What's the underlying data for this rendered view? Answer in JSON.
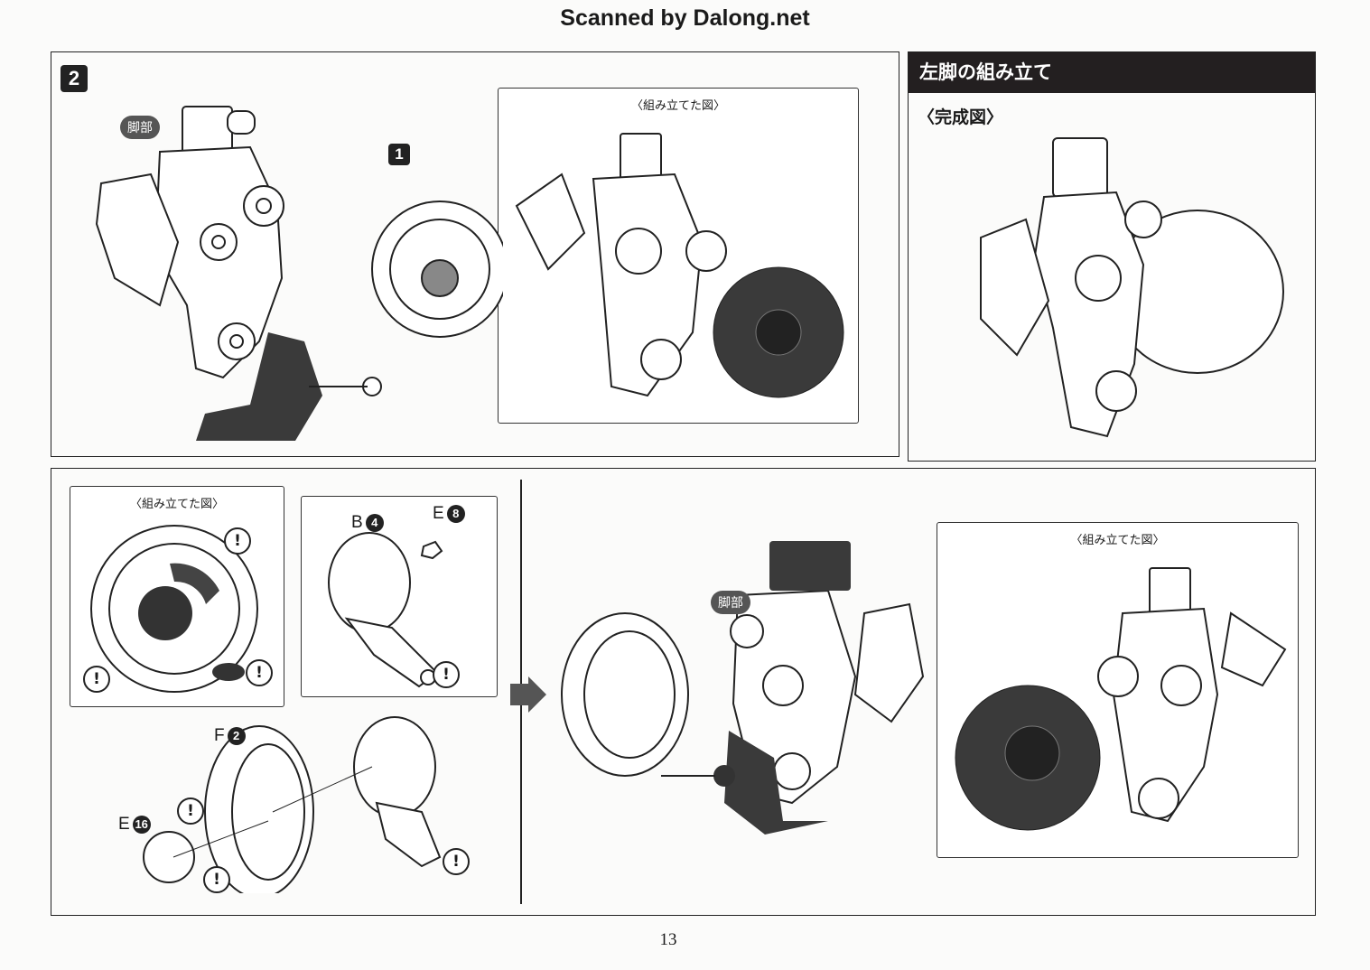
{
  "scan_title": "Scanned by Dalong.net",
  "step_number": "2",
  "top_left": {
    "leg_badge": "脚部",
    "part_step": "1"
  },
  "top_assembled_caption": "〈組み立てた図〉",
  "right_panel": {
    "header": "左脚の組み立て",
    "subtitle": "〈完成図〉"
  },
  "bottom": {
    "assembled_caption_left": "〈組み立てた図〉",
    "assembled_caption_right": "〈組み立てた図〉",
    "leg_badge": "脚部",
    "parts": [
      {
        "letter": "B",
        "number": "4"
      },
      {
        "letter": "E",
        "number": "8"
      },
      {
        "letter": "F",
        "number": "2"
      },
      {
        "letter": "E",
        "number": "16"
      }
    ],
    "caution_mark": "!"
  },
  "page_number": "13"
}
